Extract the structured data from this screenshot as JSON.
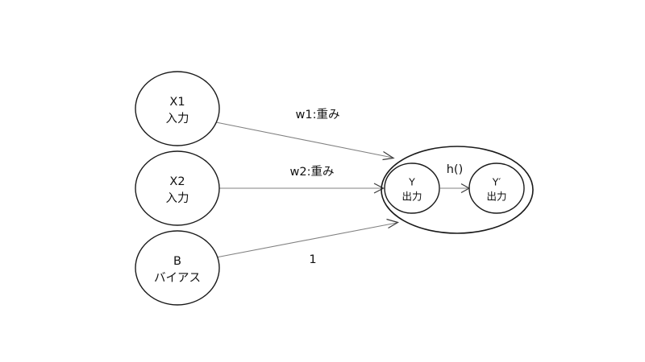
{
  "diagram": {
    "title": "neuron-diagram",
    "background_color": "#ffffff",
    "stroke_color": "#1a1a1a",
    "edge_color": "#808080",
    "nodes": [
      {
        "id": "x1",
        "line1": "X1",
        "line2": "入力"
      },
      {
        "id": "x2",
        "line1": "X2",
        "line2": "入力"
      },
      {
        "id": "b",
        "line1": "B",
        "line2": "バイアス"
      },
      {
        "id": "y",
        "line1": "Y",
        "line2": "出力"
      },
      {
        "id": "yp",
        "line1": "Y′",
        "line2": "出力"
      }
    ],
    "edges": [
      {
        "id": "x1-to-y",
        "label": "w1:重み"
      },
      {
        "id": "x2-to-y",
        "label": "w2:重み"
      },
      {
        "id": "b-to-y",
        "label": "1"
      },
      {
        "id": "y-to-yp",
        "label": "h()"
      }
    ]
  }
}
